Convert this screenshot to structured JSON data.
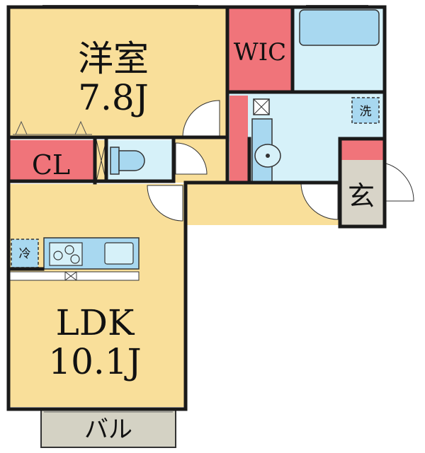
{
  "colors": {
    "room_fill": "#f9df9a",
    "closet_fill": "#f0747a",
    "wet_fill": "#d6f1f9",
    "fixture_fill": "#a8d8f0",
    "entrance_fill": "#d8d4c8",
    "balcony_fill": "#d4d2c4",
    "wall": "#1a1a1a"
  },
  "rooms": {
    "western_room_name": "洋室",
    "western_room_size": "7.8J",
    "ldk_name": "LDK",
    "ldk_size": "10.1J",
    "wic": "WIC",
    "cl": "CL",
    "entrance": "玄",
    "balcony": "バル",
    "washer": "洗",
    "fridge": "冷"
  }
}
